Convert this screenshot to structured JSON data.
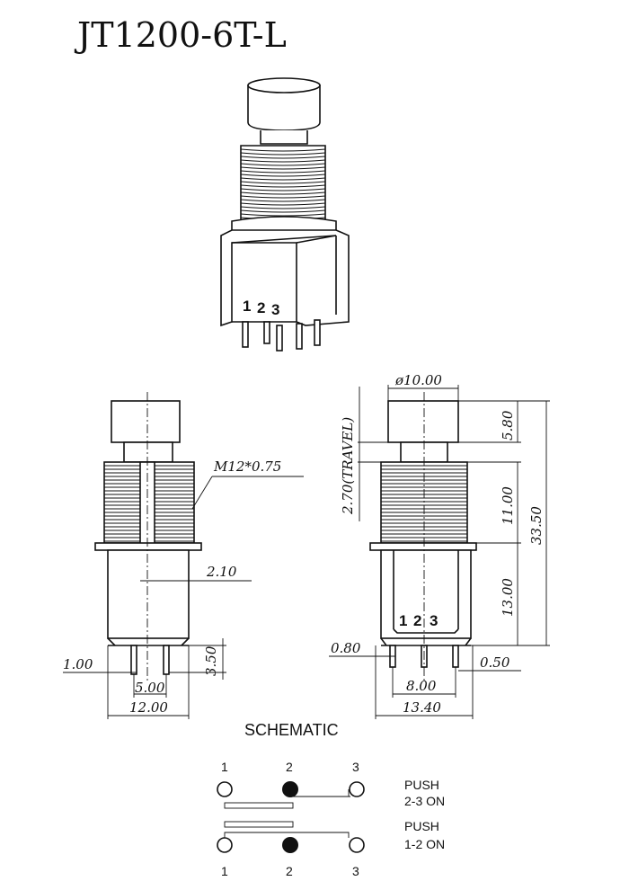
{
  "title": "JT1200-6T-L",
  "perspective": {
    "pin_labels": [
      "1",
      "2",
      "3"
    ]
  },
  "side_view": {
    "thread_spec": "M12*0.75",
    "dim_shaft": "2.10",
    "dim_pin_width": "1.00",
    "dim_pin_length": "3.50",
    "dim_pin_pitch": "5.00",
    "dim_body_width": "12.00"
  },
  "front_view": {
    "dim_cap_diameter": "ø10.00",
    "dim_travel": "2.70(TRAVEL)",
    "dim_cap_height": "5.80",
    "dim_thread_length": "11.00",
    "dim_total_height": "33.50",
    "dim_body_height": "13.00",
    "dim_pin_thickness": "0.80",
    "dim_pin_offset": "0.50",
    "dim_pin_span": "8.00",
    "dim_body_depth": "13.40",
    "pin_labels": [
      "1",
      "2",
      "3"
    ]
  },
  "schematic": {
    "title": "SCHEMATIC",
    "top": {
      "terminals": [
        "1",
        "2",
        "3"
      ],
      "state": [
        "PUSH",
        "2-3 ON"
      ]
    },
    "bottom": {
      "terminals": [
        "1",
        "2",
        "3"
      ],
      "state": [
        "PUSH",
        "1-2 ON"
      ]
    }
  }
}
